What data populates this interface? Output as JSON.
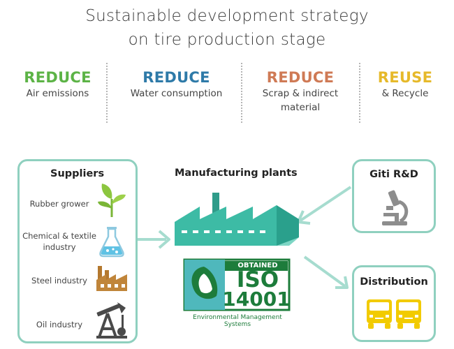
{
  "title": {
    "line1": "Sustainable development strategy",
    "line2": "on tire production stage"
  },
  "goals": [
    {
      "verb": "REDUCE",
      "object": "Air emissions",
      "color": "#5cb346"
    },
    {
      "verb": "REDUCE",
      "object": "Water consumption",
      "color": "#2e7aa8"
    },
    {
      "verb": "REDUCE",
      "object": "Scrap & indirect material",
      "color": "#cf7a55"
    },
    {
      "verb": "REUSE",
      "object": "& Recycle",
      "color": "#e6b92a"
    }
  ],
  "suppliers": {
    "title": "Suppliers",
    "items": [
      {
        "label": "Rubber grower",
        "icon": "plant-icon"
      },
      {
        "label": "Chemical & textile industry",
        "icon": "flask-icon"
      },
      {
        "label": "Steel industry",
        "icon": "factory-icon"
      },
      {
        "label": "Oil industry",
        "icon": "oil-pump-icon"
      }
    ]
  },
  "manufacturing": {
    "title": "Manufacturing plants"
  },
  "certification": {
    "obtained": "OBTAINED",
    "iso": "ISO",
    "number": "14001",
    "caption": "Environmental Management Systems"
  },
  "rnd": {
    "title": "Giti R&D",
    "icon": "microscope-icon"
  },
  "distribution": {
    "title": "Distribution",
    "icon": "truck-icon"
  },
  "colors": {
    "box_border": "#8fd0bf",
    "arrow": "#a6dccf",
    "factory": "#3dbba5",
    "iso_green": "#1d7c3b",
    "truck": "#f2cb00"
  }
}
